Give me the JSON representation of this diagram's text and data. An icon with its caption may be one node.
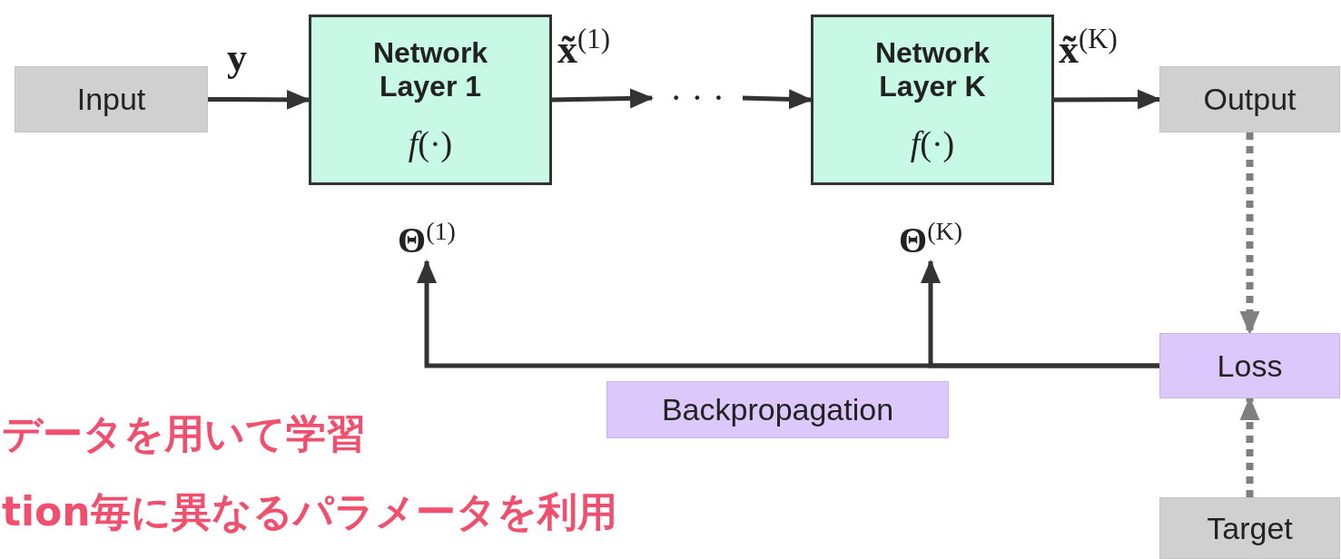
{
  "diagram": {
    "nodes": [
      {
        "text": [
          "Input"
        ]
      },
      {
        "text": [
          "Network Layer 1",
          "*f*(·)"
        ]
      },
      {
        "text": [
          "· · ·"
        ]
      },
      {
        "text": [
          "Network Layer K",
          "*f*(·)"
        ]
      },
      {
        "text": [
          "Output"
        ]
      },
      {
        "text": [
          "**Θ**$^{(1)}$"
        ]
      },
      {
        "text": [
          "**Θ**$^{(K)}$"
        ]
      },
      {
        "text": [
          "Loss"
        ]
      },
      {
        "text": [
          "Backpropagation"
        ]
      },
      {
        "text": [
          "Target"
        ]
      }
    ],
    "edges": [
      {
        "from": 0,
        "to": 1,
        "arrow": "to",
        "label": "**y**"
      },
      {
        "from": 1,
        "to": 2,
        "arrow": "to",
        "label": "**x̃**$^{(1)}$"
      },
      {
        "from": 2,
        "to": 3,
        "arrow": "to"
      },
      {
        "from": 3,
        "to": 4,
        "arrow": "to",
        "label": "**x̃**$^{(K)}$"
      },
      {
        "from": 4,
        "to": 7,
        "arrow": "to",
        "style": "dashed",
        "color": "#7f7f7f"
      },
      {
        "from": 9,
        "to": 7,
        "arrow": "to",
        "style": "dashed",
        "color": "#7f7f7f"
      },
      {
        "from": 7,
        "to": 5,
        "arrow": "to"
      },
      {
        "from": 7,
        "to": 6,
        "arrow": "to"
      }
    ],
    "labels": [
      "データを用いて学習",
      "tion毎に異なるパラメータを利用"
    ]
  }
}
